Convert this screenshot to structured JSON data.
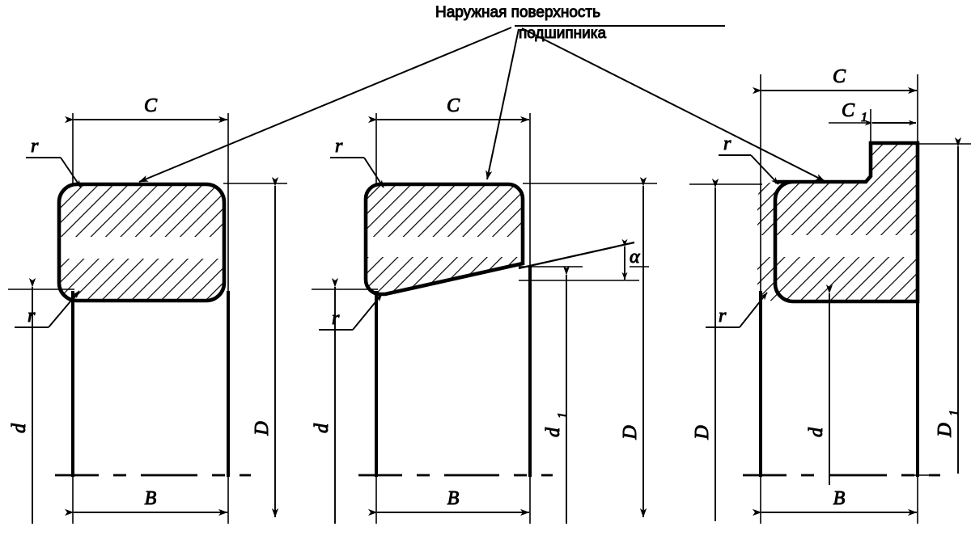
{
  "drawing": {
    "kind": "engineering-cross-section",
    "title_lines": [
      "Наружная поверхность",
      "подшипника"
    ],
    "colors": {
      "ink": "#000000",
      "paper": "#ffffff"
    },
    "figures": [
      {
        "id": "fig-left",
        "name": "cylindrical-bearing-ring",
        "labels": {
          "width_outer": "C",
          "width_inner": "B",
          "bore": "d",
          "outer": "D",
          "radius_top": "r",
          "radius_bottom": "r"
        }
      },
      {
        "id": "fig-middle",
        "name": "tapered-bearing-ring",
        "labels": {
          "width_outer": "C",
          "width_inner": "B",
          "bore": "d",
          "bore_small": "d",
          "bore_small_sub": "1",
          "outer": "D",
          "angle": "α",
          "radius_top": "r",
          "radius_bottom": "r"
        }
      },
      {
        "id": "fig-right",
        "name": "flanged-bearing-ring",
        "labels": {
          "width_outer": "C",
          "width_flange": "C",
          "width_flange_sub": "1",
          "width_inner": "B",
          "bore": "d",
          "outer": "D",
          "outer_flange": "D",
          "outer_flange_sub": "1",
          "radius_top": "r",
          "radius_bottom": "r"
        }
      }
    ],
    "leader_note": {
      "text_line1": "Наружная поверхность",
      "text_line2": "подшипника",
      "pointer_count": 3
    }
  }
}
